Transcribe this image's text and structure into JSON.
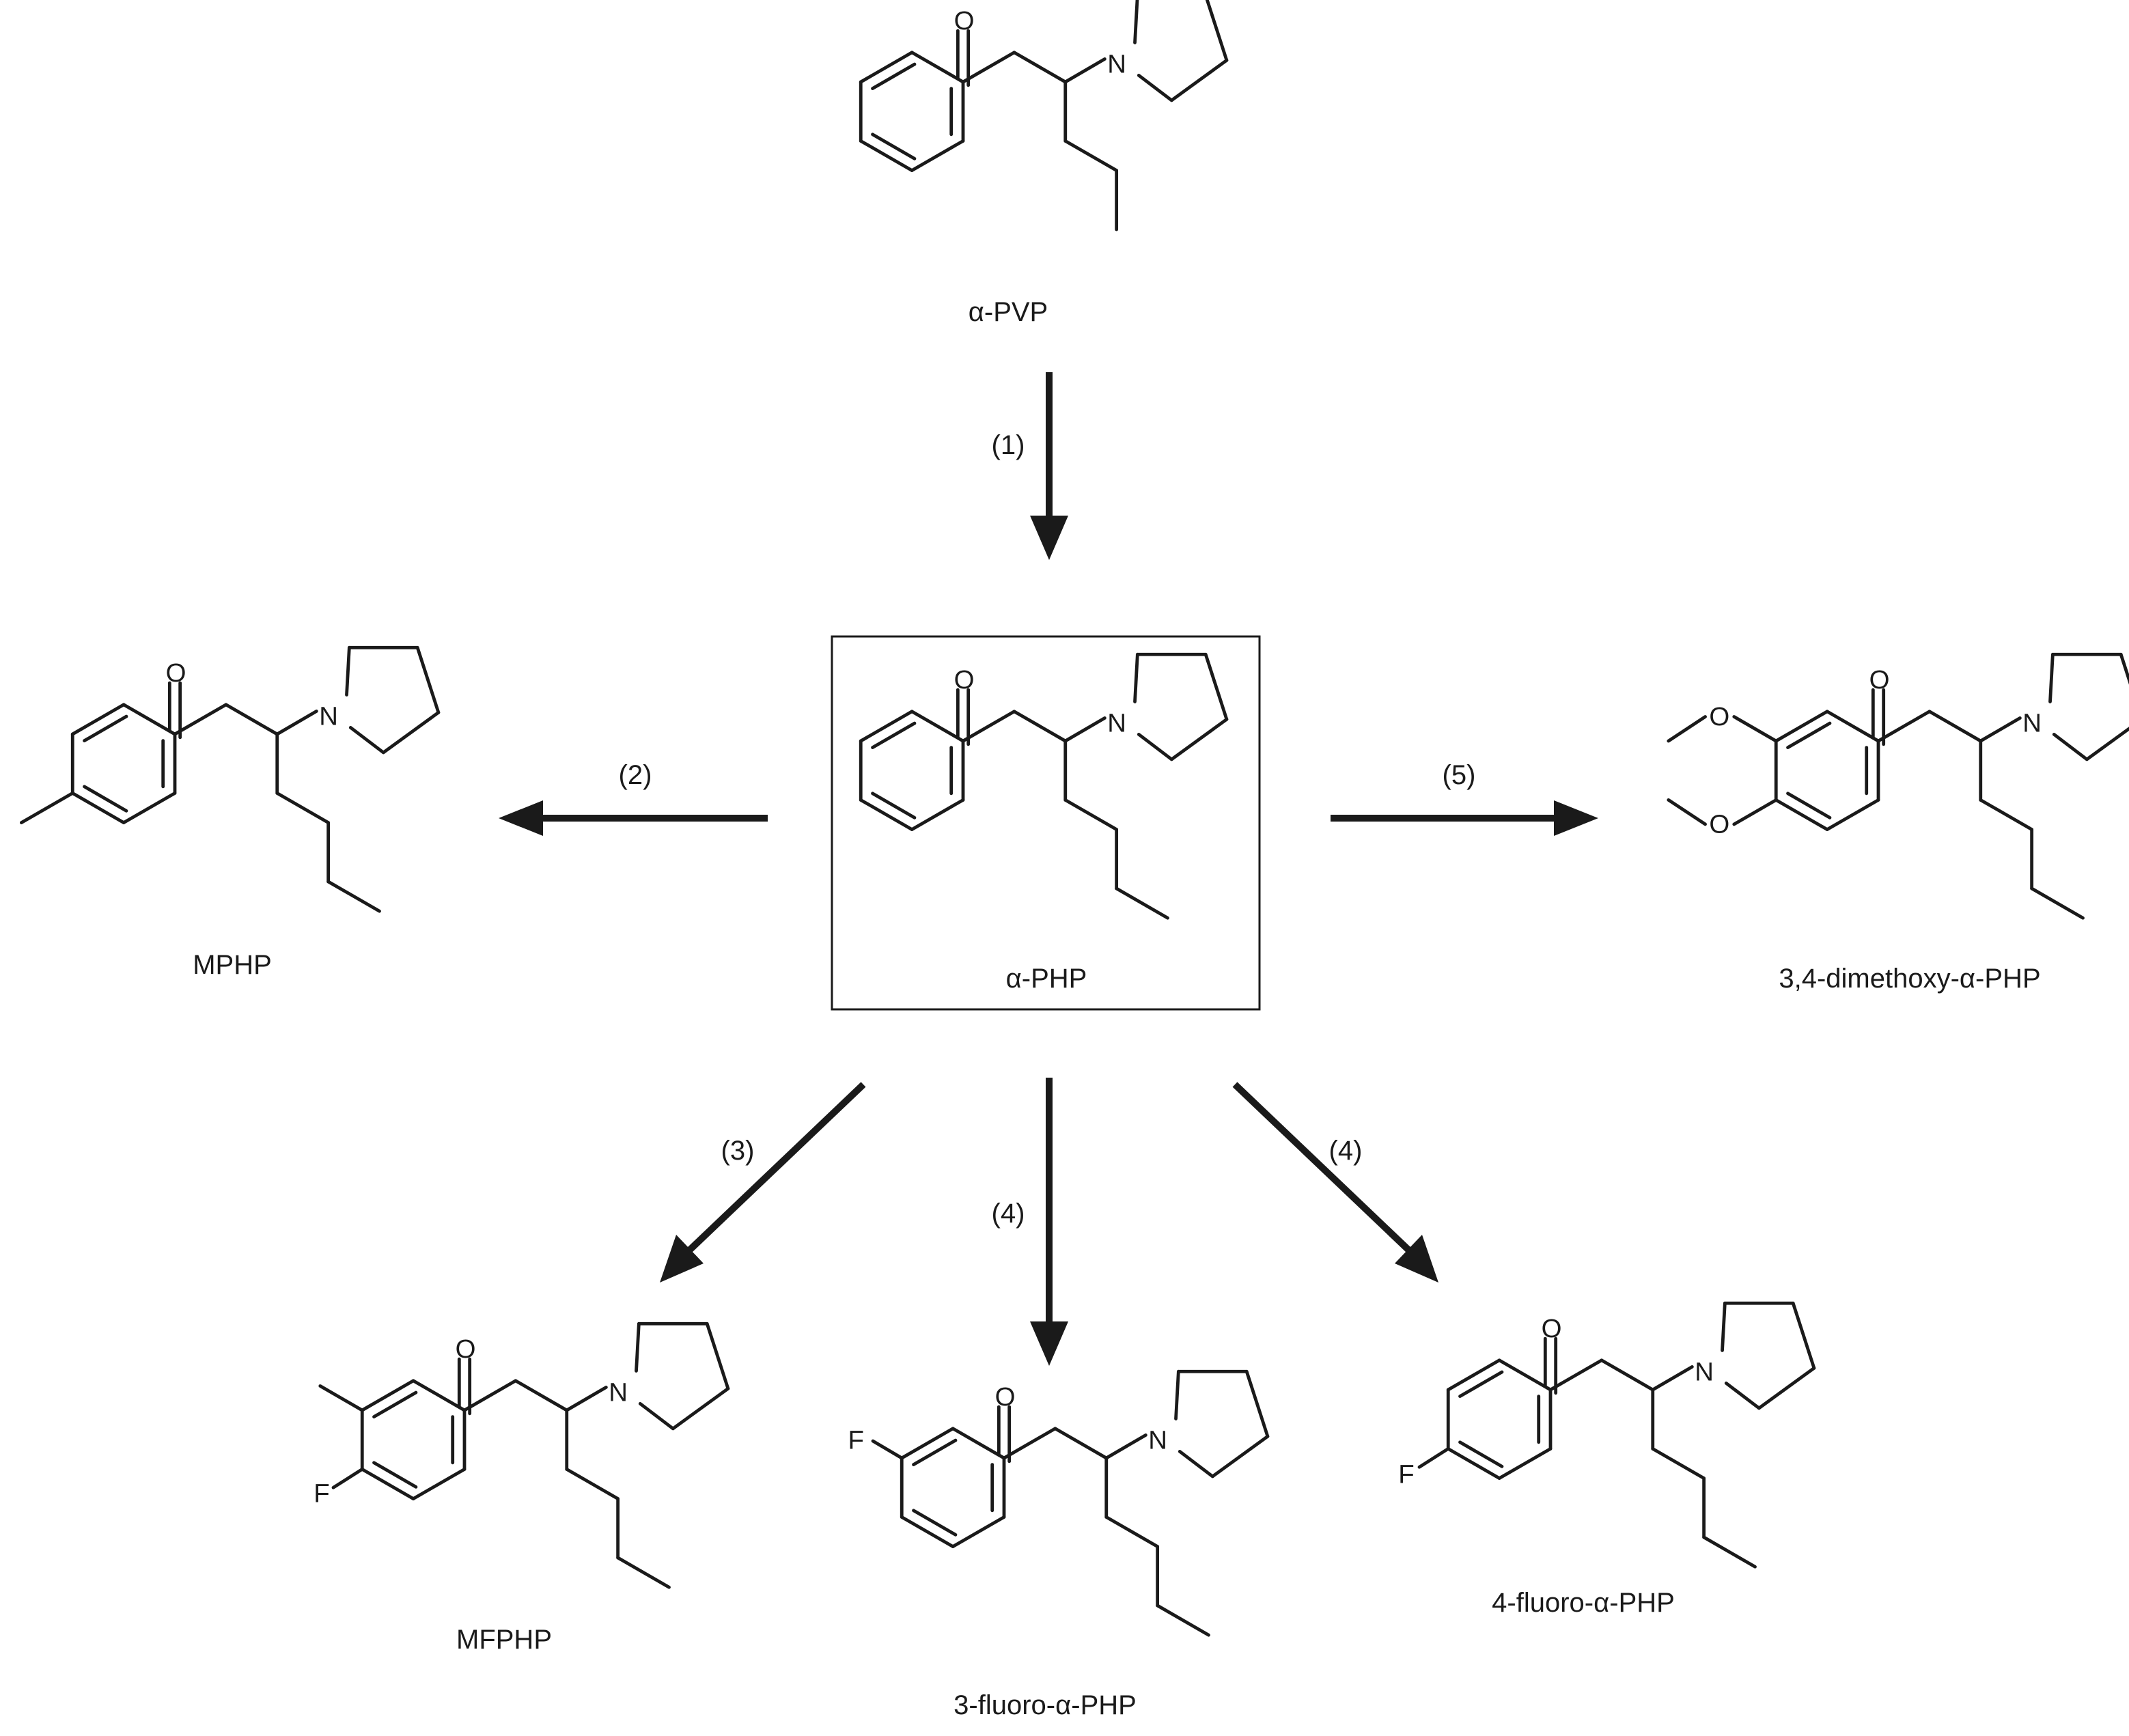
{
  "compounds": {
    "apvp": {
      "name": "α-PVP"
    },
    "aphp": {
      "name": "α-PHP"
    },
    "mphp": {
      "name": "MPHP"
    },
    "dimethoxy": {
      "name": "3,4-dimethoxy-α-PHP"
    },
    "mfphp": {
      "name": "MFPHP"
    },
    "fluoro3": {
      "name": "3-fluoro-α-PHP"
    },
    "fluoro4": {
      "name": "4-fluoro-α-PHP"
    }
  },
  "steps": {
    "s1": "(1)",
    "s2": "(2)",
    "s3": "(3)",
    "s4a": "(4)",
    "s4b": "(4)",
    "s5": "(5)"
  },
  "atoms": {
    "oxygen": "O",
    "nitrogen": "N",
    "fluorine": "F"
  }
}
